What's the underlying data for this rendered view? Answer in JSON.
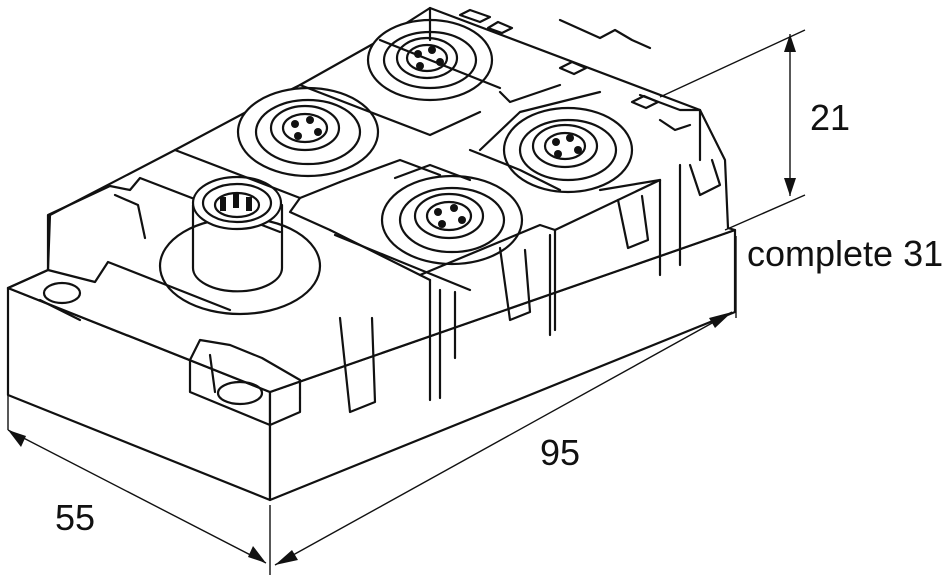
{
  "dimensions": {
    "height": "21",
    "complete": "complete 31",
    "length": "95",
    "width": "55"
  },
  "colors": {
    "line": "#111111",
    "background": "#ffffff"
  }
}
